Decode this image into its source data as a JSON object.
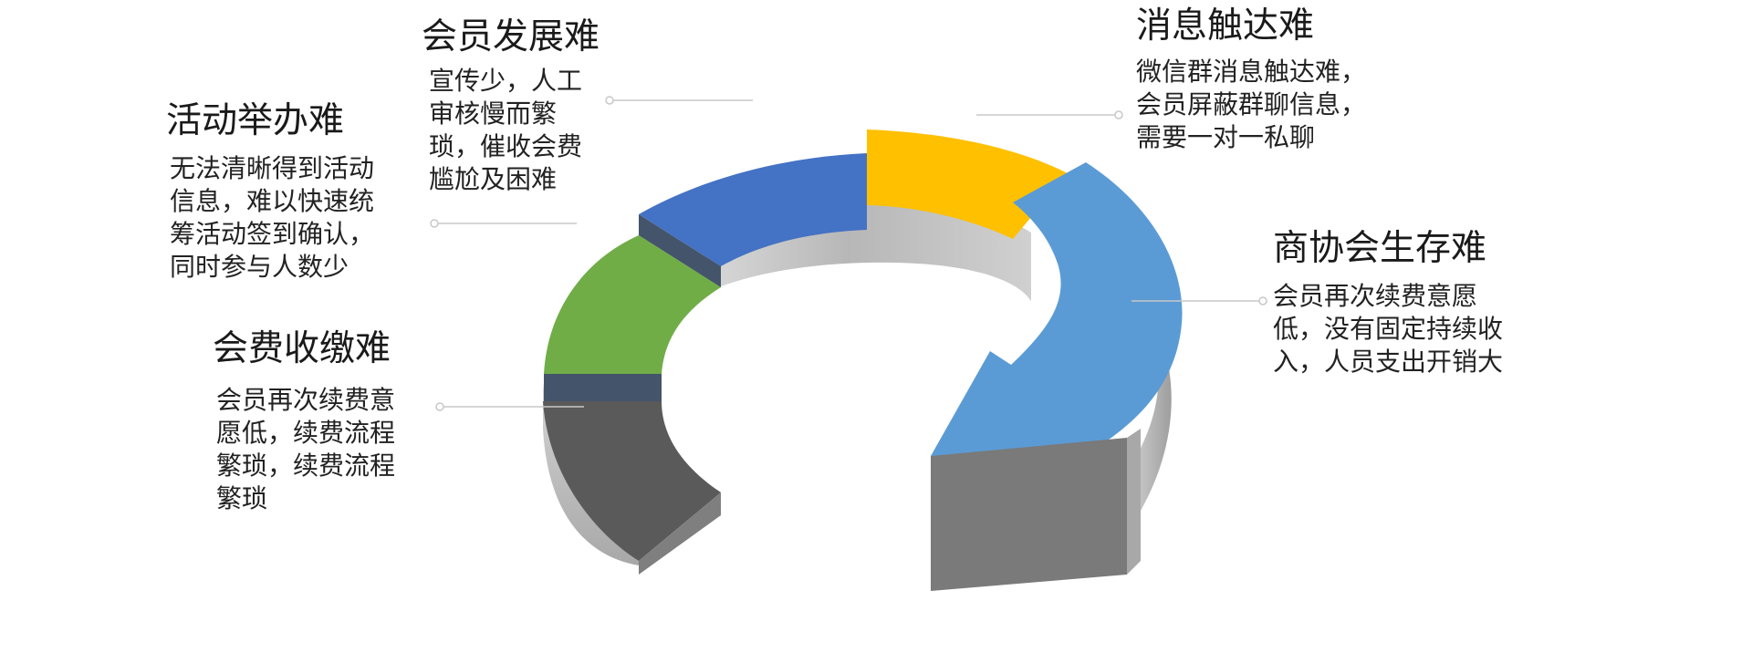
{
  "colors": {
    "blue_dark": "#4472C4",
    "blue_light": "#5B9BD5",
    "yellow": "#FFC000",
    "green": "#70AD47",
    "gray_dark": "#595959",
    "gray_side": "#BFBFBF",
    "navy_edge": "#44546A"
  },
  "segments": [
    {
      "id": "activity",
      "title": "活动举办难",
      "desc": [
        "无法清晰得到活动",
        "信息，难以快速统",
        "筹活动签到确认，",
        "同时参与人数少"
      ]
    },
    {
      "id": "member-dev",
      "title": "会员发展难",
      "desc": [
        "宣传少，人工",
        "审核慢而繁",
        "琐，催收会费",
        "尴尬及困难"
      ]
    },
    {
      "id": "message",
      "title": "消息触达难",
      "desc": [
        "微信群消息触达难，",
        "会员屏蔽群聊信息，",
        "需要一对一私聊"
      ]
    },
    {
      "id": "survival",
      "title": "商协会生存难",
      "desc": [
        "会员再次续费意愿",
        "低，没有固定持续收",
        "入，人员支出开销大"
      ]
    },
    {
      "id": "fee",
      "title": "会费收缴难",
      "desc": [
        "会员再次续费意",
        "愿低，续费流程",
        "繁琐，续费流程",
        "繁琐"
      ]
    }
  ]
}
